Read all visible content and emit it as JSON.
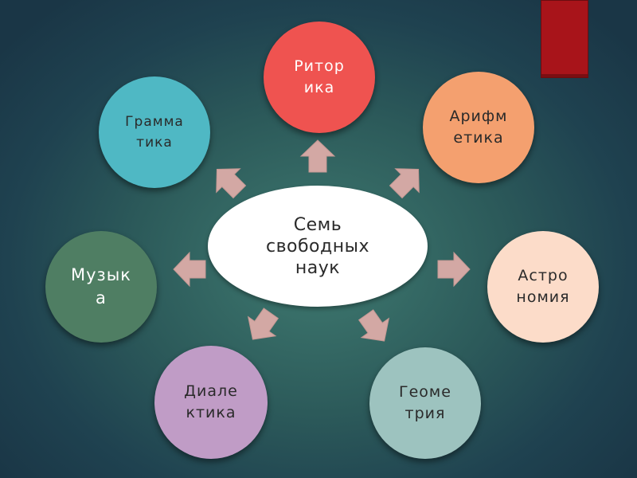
{
  "center": {
    "label": "Семь\nсвободных\nнаук"
  },
  "nodes": [
    {
      "id": "rhetoric",
      "label": "Ритор\nика",
      "color": "#ef5350",
      "text_color": "#ffffff"
    },
    {
      "id": "arithmetic",
      "label": "Арифм\nетика",
      "color": "#f4a06f",
      "text_color": "#2a2a2a"
    },
    {
      "id": "astronomy",
      "label": "Астро\nномия",
      "color": "#fcdcc9",
      "text_color": "#2a2a2a"
    },
    {
      "id": "geometry",
      "label": "Геоме\nтрия",
      "color": "#9dc3bf",
      "text_color": "#2a2a2a"
    },
    {
      "id": "dialectic",
      "label": "Диале\nктика",
      "color": "#c09cc6",
      "text_color": "#2a2a2a"
    },
    {
      "id": "music",
      "label": "Музык\nа",
      "color": "#4f7e63",
      "text_color": "#ffffff"
    },
    {
      "id": "grammar",
      "label": "Грамма\nтика",
      "color": "#4fb8c4",
      "text_color": "#2a2a2a"
    }
  ],
  "arrow_color": "#d3a8a4",
  "corner_bar_color": "#a8141a"
}
